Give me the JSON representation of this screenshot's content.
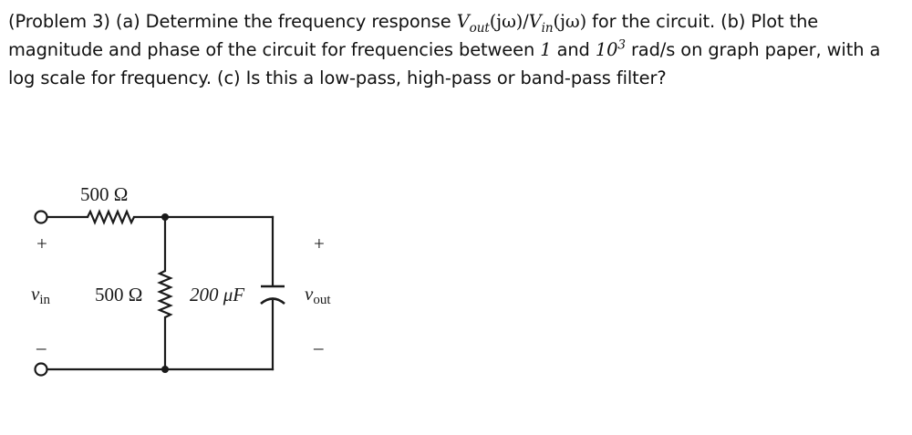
{
  "problem": {
    "label": "(Problem 3)",
    "part_a_prefix": "(a) Determine the frequency response",
    "tf_num_sym": "V",
    "tf_num_sub": "out",
    "tf_arg": "(jω)",
    "tf_slash": "/",
    "tf_den_sym": "V",
    "tf_den_sub": "in",
    "part_a_suffix": "for the circuit.",
    "part_b_label": "(b)",
    "part_b_text_1": "Plot the magnitude and phase of the circuit for frequencies between",
    "freq_low": "1",
    "and_word": "and",
    "freq_high_base": "10",
    "freq_high_exp": "3",
    "part_b_text_2": "rad/s on graph paper, with a log scale for frequency.",
    "part_c_label": "(c)",
    "part_c_text": "Is this a low-pass, high-pass or band-pass filter?"
  },
  "circuit": {
    "series_resistor": "500 Ω",
    "shunt_resistor": "500 Ω",
    "capacitor": "200 μF",
    "input_label": "v",
    "input_sub": "in",
    "output_label": "v",
    "output_sub": "out",
    "plus": "+",
    "minus": "–"
  },
  "colors": {
    "text": "#111111",
    "wire": "#1a1a1a",
    "background": "#ffffff"
  }
}
